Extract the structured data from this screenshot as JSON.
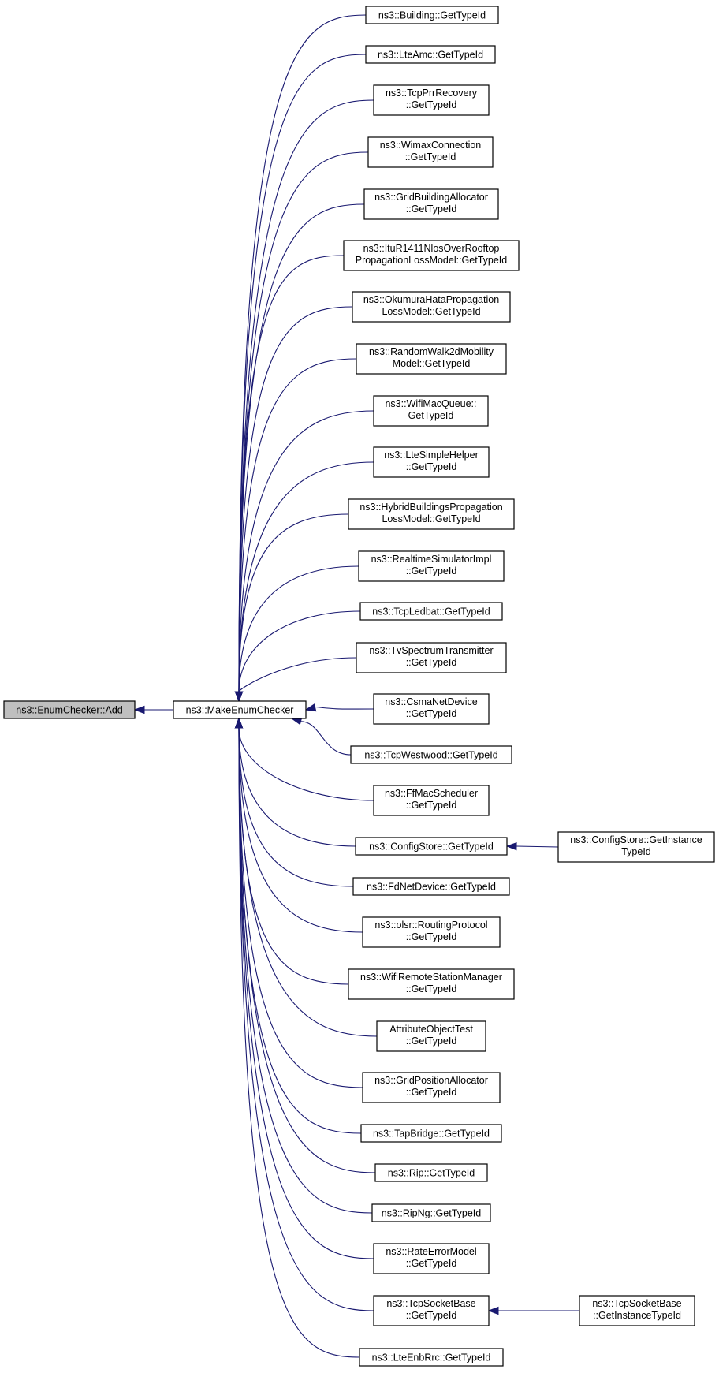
{
  "diagram": {
    "root": {
      "id": "add",
      "lines": [
        "ns3::EnumChecker::Add"
      ]
    },
    "hub": {
      "id": "make",
      "lines": [
        "ns3::MakeEnumChecker"
      ]
    },
    "callers": [
      {
        "id": "c1",
        "lines": [
          "ns3::Building::GetTypeId"
        ]
      },
      {
        "id": "c2",
        "lines": [
          "ns3::LteAmc::GetTypeId"
        ]
      },
      {
        "id": "c3",
        "lines": [
          "ns3::TcpPrrRecovery",
          "::GetTypeId"
        ]
      },
      {
        "id": "c4",
        "lines": [
          "ns3::WimaxConnection",
          "::GetTypeId"
        ]
      },
      {
        "id": "c5",
        "lines": [
          "ns3::GridBuildingAllocator",
          "::GetTypeId"
        ]
      },
      {
        "id": "c6",
        "lines": [
          "ns3::ItuR1411NlosOverRooftop",
          "PropagationLossModel::GetTypeId"
        ]
      },
      {
        "id": "c7",
        "lines": [
          "ns3::OkumuraHataPropagation",
          "LossModel::GetTypeId"
        ]
      },
      {
        "id": "c8",
        "lines": [
          "ns3::RandomWalk2dMobility",
          "Model::GetTypeId"
        ]
      },
      {
        "id": "c9",
        "lines": [
          "ns3::WifiMacQueue::",
          "GetTypeId"
        ]
      },
      {
        "id": "c10",
        "lines": [
          "ns3::LteSimpleHelper",
          "::GetTypeId"
        ]
      },
      {
        "id": "c11",
        "lines": [
          "ns3::HybridBuildingsPropagation",
          "LossModel::GetTypeId"
        ]
      },
      {
        "id": "c12",
        "lines": [
          "ns3::RealtimeSimulatorImpl",
          "::GetTypeId"
        ]
      },
      {
        "id": "c13",
        "lines": [
          "ns3::TcpLedbat::GetTypeId"
        ]
      },
      {
        "id": "c14",
        "lines": [
          "ns3::TvSpectrumTransmitter",
          "::GetTypeId"
        ]
      },
      {
        "id": "c15",
        "lines": [
          "ns3::CsmaNetDevice",
          "::GetTypeId"
        ]
      },
      {
        "id": "c16",
        "lines": [
          "ns3::TcpWestwood::GetTypeId"
        ]
      },
      {
        "id": "c17",
        "lines": [
          "ns3::FfMacScheduler",
          "::GetTypeId"
        ]
      },
      {
        "id": "c18",
        "lines": [
          "ns3::ConfigStore::GetTypeId"
        ]
      },
      {
        "id": "c19",
        "lines": [
          "ns3::FdNetDevice::GetTypeId"
        ]
      },
      {
        "id": "c20",
        "lines": [
          "ns3::olsr::RoutingProtocol",
          "::GetTypeId"
        ]
      },
      {
        "id": "c21",
        "lines": [
          "ns3::WifiRemoteStationManager",
          "::GetTypeId"
        ]
      },
      {
        "id": "c22",
        "lines": [
          "AttributeObjectTest",
          "::GetTypeId"
        ]
      },
      {
        "id": "c23",
        "lines": [
          "ns3::GridPositionAllocator",
          "::GetTypeId"
        ]
      },
      {
        "id": "c24",
        "lines": [
          "ns3::TapBridge::GetTypeId"
        ]
      },
      {
        "id": "c25",
        "lines": [
          "ns3::Rip::GetTypeId"
        ]
      },
      {
        "id": "c26",
        "lines": [
          "ns3::RipNg::GetTypeId"
        ]
      },
      {
        "id": "c27",
        "lines": [
          "ns3::RateErrorModel",
          "::GetTypeId"
        ]
      },
      {
        "id": "c28",
        "lines": [
          "ns3::TcpSocketBase",
          "::GetTypeId"
        ]
      },
      {
        "id": "c29",
        "lines": [
          "ns3::LteEnbRrc::GetTypeId"
        ]
      }
    ],
    "secondary": [
      {
        "id": "s1",
        "caller_of": "c18",
        "lines": [
          "ns3::ConfigStore::GetInstance",
          "TypeId"
        ]
      },
      {
        "id": "s2",
        "caller_of": "c28",
        "lines": [
          "ns3::TcpSocketBase",
          "::GetInstanceTypeId"
        ]
      }
    ],
    "colors": {
      "edge": "#191970",
      "root_fill": "#bfbfbf",
      "node_fill": "#ffffff",
      "node_border": "#000000"
    }
  }
}
